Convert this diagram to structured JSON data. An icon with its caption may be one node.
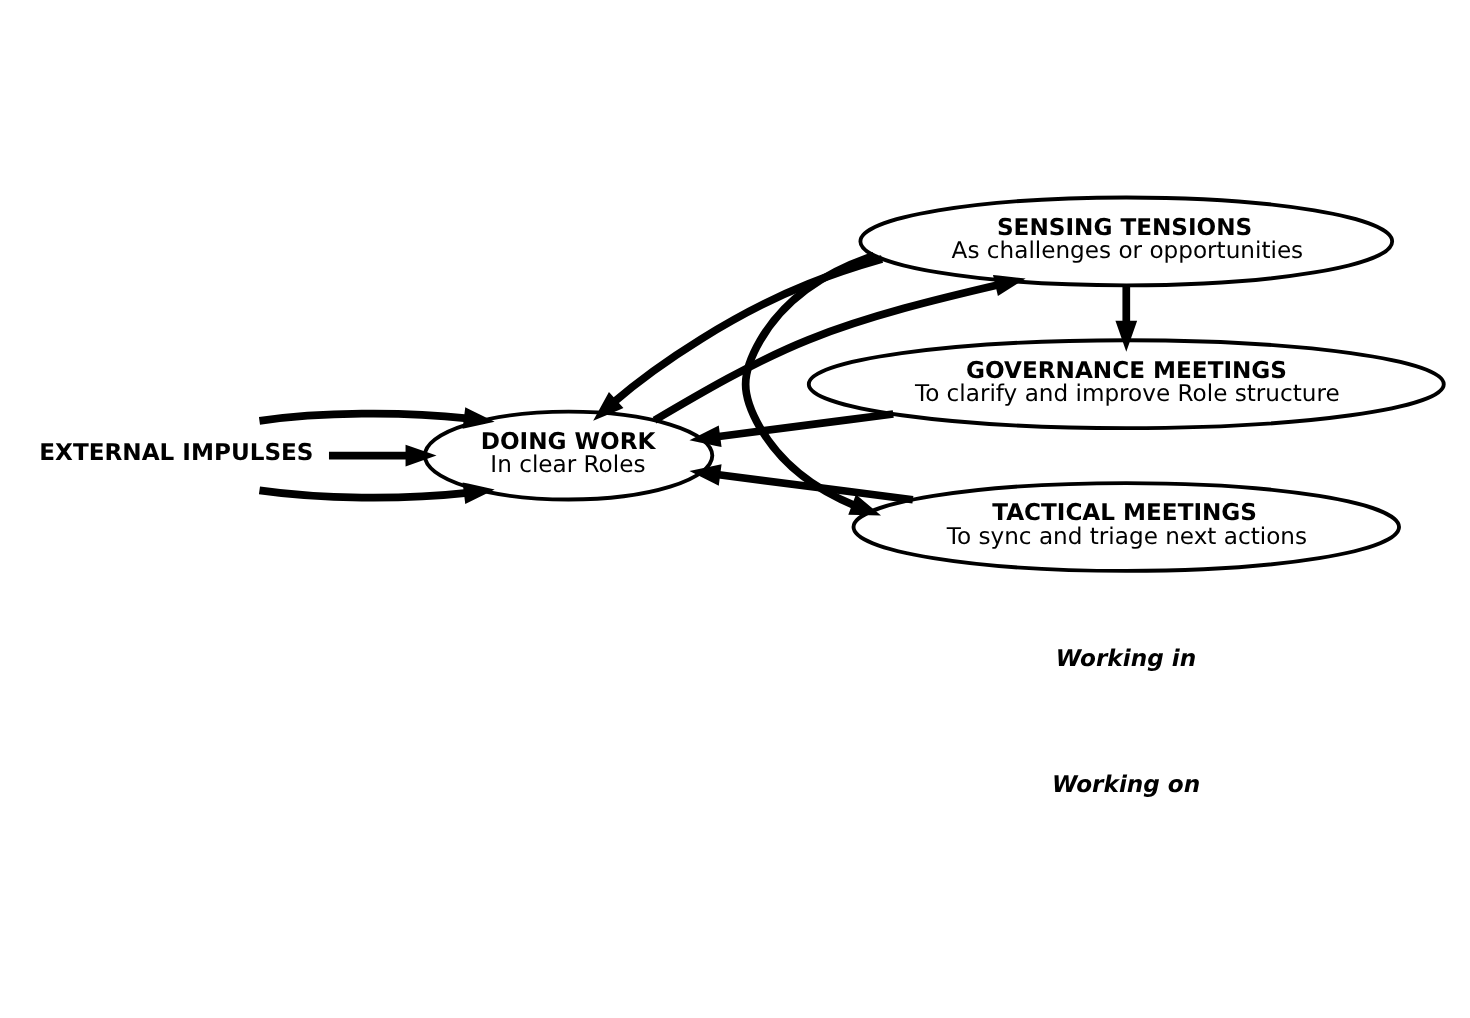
{
  "diagram": {
    "nodes": [
      {
        "text": [
          "EXTERNAL IMPULSES"
        ]
      },
      {
        "text": [
          "DOING WORK",
          "In clear Roles"
        ]
      },
      {
        "text": [
          "SENSING TENSIONS",
          "As challenges or opportunities"
        ]
      },
      {
        "text": [
          "TACTICAL MEETINGS",
          "To sync and triage next actions"
        ]
      },
      {
        "text": [
          "GOVERNANCE MEETINGS",
          "To clarify and improve Role structure"
        ]
      }
    ],
    "edges": [
      {
        "from": 0,
        "to": 1,
        "arrow": "to"
      },
      {
        "from": 0,
        "to": 1,
        "arrow": "to"
      },
      {
        "from": 0,
        "to": 1,
        "arrow": "to"
      },
      {
        "from": 1,
        "to": 2,
        "arrow": "to"
      },
      {
        "from": 2,
        "to": 1,
        "arrow": "to"
      },
      {
        "from": 2,
        "to": 3,
        "arrow": "to"
      },
      {
        "from": 3,
        "to": 1,
        "arrow": "to"
      },
      {
        "from": 2,
        "to": 4,
        "arrow": "to"
      },
      {
        "from": 4,
        "to": 1,
        "arrow": "to"
      }
    ],
    "labels": [
      "Working in",
      "Working on"
    ]
  }
}
